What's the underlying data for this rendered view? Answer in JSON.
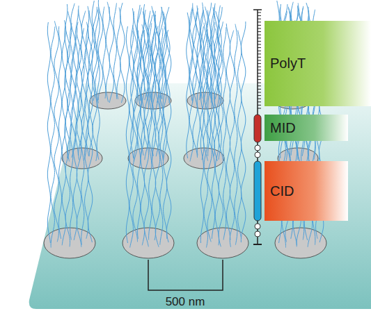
{
  "diagram": {
    "nodes": [
      {
        "text": [
          "PolyT"
        ]
      },
      {
        "text": [
          "MID"
        ]
      },
      {
        "text": [
          "CID"
        ]
      }
    ],
    "labels": [
      "500 nm"
    ]
  }
}
